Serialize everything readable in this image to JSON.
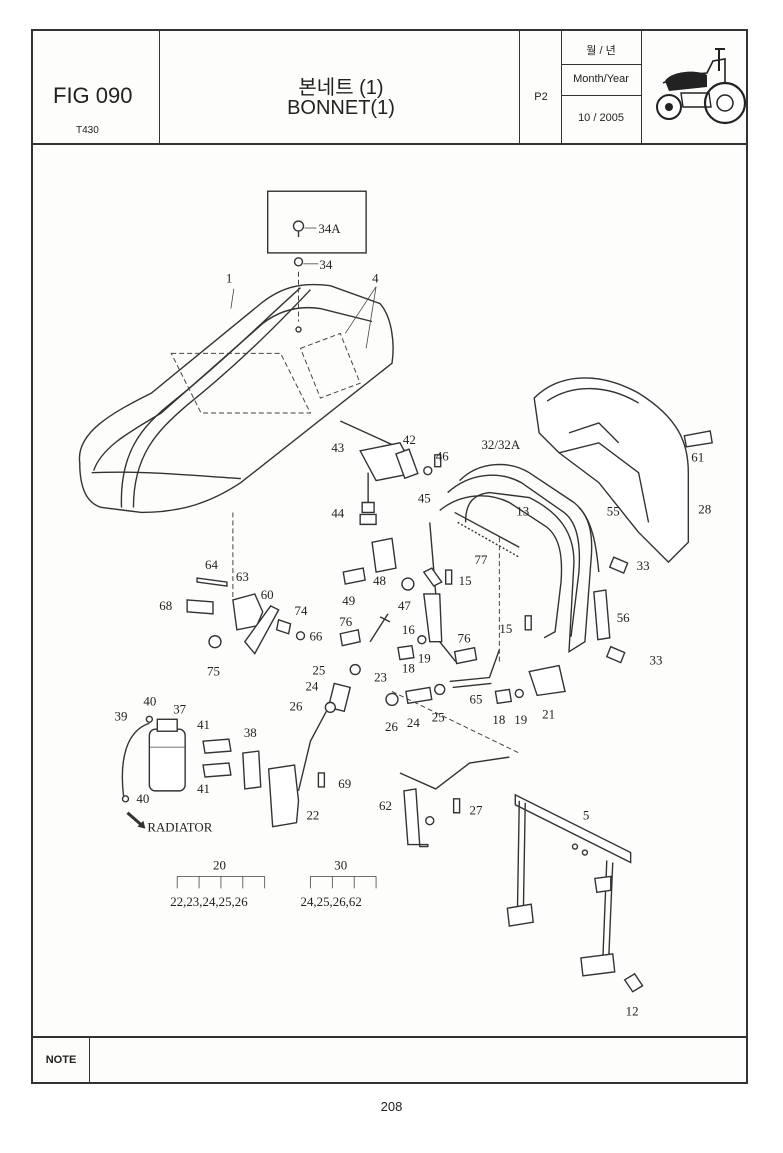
{
  "header": {
    "fig_no": "FIG 090",
    "model": "T430",
    "title_korean": "본네트 (1)",
    "title_english": "BONNET(1)",
    "page_code": "P2",
    "month_year_korean": "월 / 년",
    "month_year_label": "Month/Year",
    "month_year_value": "10 / 2005"
  },
  "callouts": [
    {
      "id": "c1",
      "text": "1"
    },
    {
      "id": "c4",
      "text": "4"
    },
    {
      "id": "c34",
      "text": "34"
    },
    {
      "id": "c34a",
      "text": "34A"
    },
    {
      "id": "c42",
      "text": "42"
    },
    {
      "id": "c43",
      "text": "43"
    },
    {
      "id": "c44",
      "text": "44"
    },
    {
      "id": "c45",
      "text": "45"
    },
    {
      "id": "c46",
      "text": "46"
    },
    {
      "id": "c32",
      "text": "32/32A"
    },
    {
      "id": "c61",
      "text": "61"
    },
    {
      "id": "c28",
      "text": "28"
    },
    {
      "id": "c55",
      "text": "55"
    },
    {
      "id": "c13",
      "text": "13"
    },
    {
      "id": "c33a",
      "text": "33"
    },
    {
      "id": "c56",
      "text": "56"
    },
    {
      "id": "c33b",
      "text": "33"
    },
    {
      "id": "c77",
      "text": "77"
    },
    {
      "id": "c64",
      "text": "64"
    },
    {
      "id": "c63",
      "text": "63"
    },
    {
      "id": "c48",
      "text": "48"
    },
    {
      "id": "c15a",
      "text": "15"
    },
    {
      "id": "c68",
      "text": "68"
    },
    {
      "id": "c60",
      "text": "60"
    },
    {
      "id": "c49",
      "text": "49"
    },
    {
      "id": "c47",
      "text": "47"
    },
    {
      "id": "c74",
      "text": "74"
    },
    {
      "id": "c66",
      "text": "66"
    },
    {
      "id": "c76a",
      "text": "76"
    },
    {
      "id": "c16",
      "text": "16"
    },
    {
      "id": "c15b",
      "text": "15"
    },
    {
      "id": "c75",
      "text": "75"
    },
    {
      "id": "c76b",
      "text": "76"
    },
    {
      "id": "c19a",
      "text": "19"
    },
    {
      "id": "c18a",
      "text": "18"
    },
    {
      "id": "c25a",
      "text": "25"
    },
    {
      "id": "c23",
      "text": "23"
    },
    {
      "id": "c24a",
      "text": "24"
    },
    {
      "id": "c40a",
      "text": "40"
    },
    {
      "id": "c37",
      "text": "37"
    },
    {
      "id": "c39",
      "text": "39"
    },
    {
      "id": "c26a",
      "text": "26"
    },
    {
      "id": "c65",
      "text": "65"
    },
    {
      "id": "c18b",
      "text": "18"
    },
    {
      "id": "c19b",
      "text": "19"
    },
    {
      "id": "c21",
      "text": "21"
    },
    {
      "id": "c26b",
      "text": "26"
    },
    {
      "id": "c24b",
      "text": "24"
    },
    {
      "id": "c25b",
      "text": "25"
    },
    {
      "id": "c41a",
      "text": "41"
    },
    {
      "id": "c38",
      "text": "38"
    },
    {
      "id": "c41b",
      "text": "41"
    },
    {
      "id": "c69",
      "text": "69"
    },
    {
      "id": "c40b",
      "text": "40"
    },
    {
      "id": "c62",
      "text": "62"
    },
    {
      "id": "c27",
      "text": "27"
    },
    {
      "id": "c22",
      "text": "22"
    },
    {
      "id": "c5",
      "text": "5"
    },
    {
      "id": "c12",
      "text": "12"
    }
  ],
  "radiator_label": "RADIATOR",
  "assemblies": [
    {
      "number": "20",
      "parts": "22,23,24,25,26"
    },
    {
      "number": "30",
      "parts": "24,25,26,62"
    }
  ],
  "note_label": "NOTE",
  "page_number": "208"
}
